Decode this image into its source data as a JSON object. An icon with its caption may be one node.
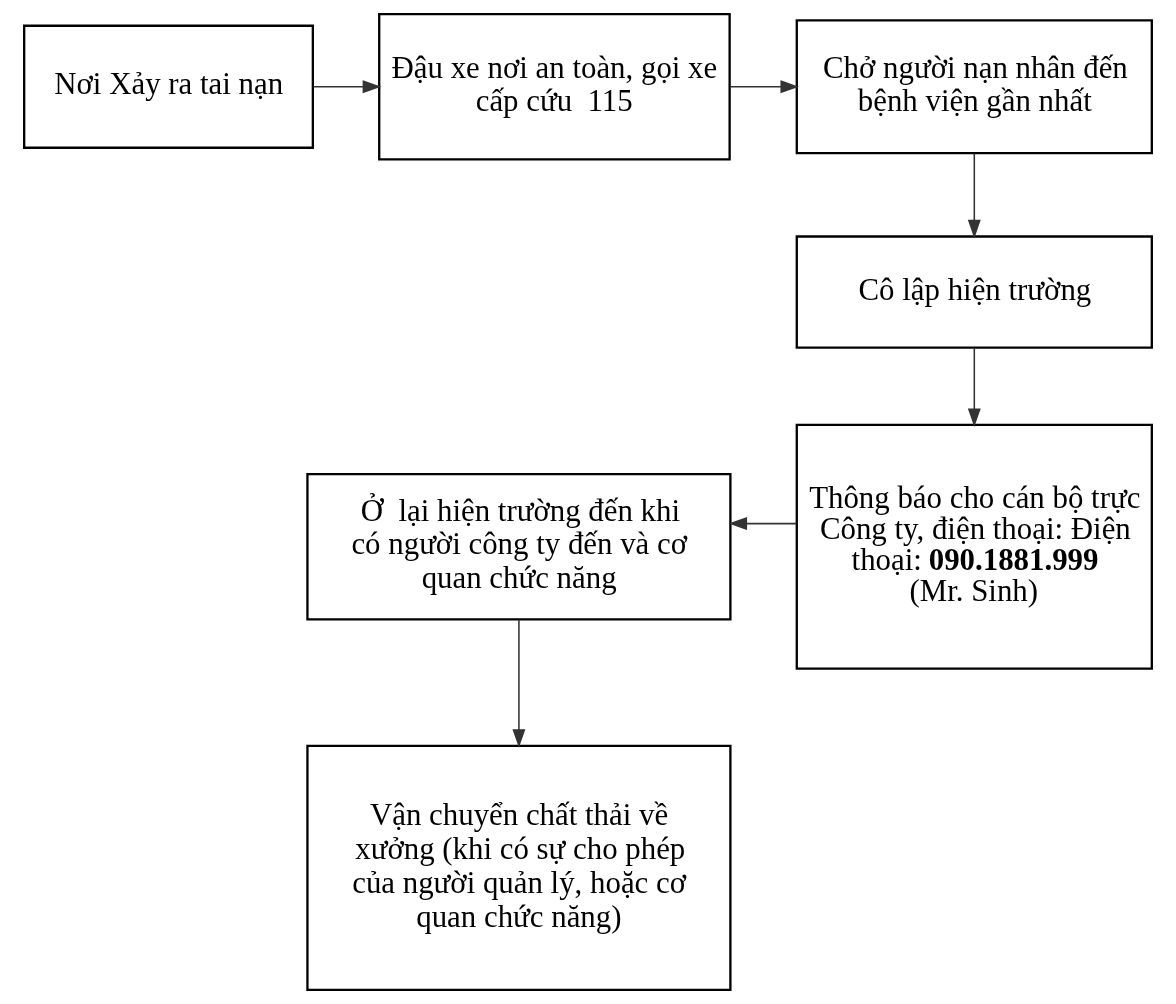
{
  "diagram": {
    "nodes": [
      {
        "text": [
          "Nơi Xảy ra tai nạn"
        ]
      },
      {
        "text": [
          "Đậu xe nơi an toàn, gọi xe cấp cứu  115"
        ]
      },
      {
        "text": [
          "Chở người nạn nhân đến bệnh viện gần nhất"
        ]
      },
      {
        "text": [
          "Cô lập hiện trường"
        ]
      },
      {
        "text": [
          "Thông báo cho cán bộ trực Công ty, điện thoại: Điện thoại: **090.1881.999** (Mr. Sinh)"
        ]
      },
      {
        "text": [
          "Ở  lại hiện trường đến khi có người công ty đến và cơ quan chức năng"
        ]
      },
      {
        "text": [
          "Vận chuyển chất thải về xưởng (khi có sự cho phép của người quản lý, hoặc cơ quan chức năng)"
        ]
      }
    ],
    "edges": [
      {
        "from": 0,
        "to": 1,
        "arrow": "to"
      },
      {
        "from": 1,
        "to": 2,
        "arrow": "to"
      },
      {
        "from": 2,
        "to": 3,
        "arrow": "to"
      },
      {
        "from": 3,
        "to": 4,
        "arrow": "to"
      },
      {
        "from": 4,
        "to": 5,
        "arrow": "to"
      },
      {
        "from": 5,
        "to": 6,
        "arrow": "to"
      }
    ]
  }
}
